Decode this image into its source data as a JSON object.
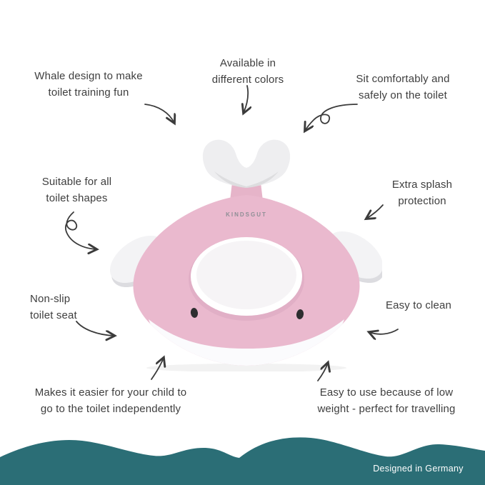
{
  "page": {
    "logo": "KINDSGUT",
    "footer": "Designed in Germany"
  },
  "callouts": {
    "whale_design": "Whale design to make\ntoilet training fun",
    "available_colors": "Available in\ndifferent colors",
    "sit_comfortably": "Sit comfortably and\nsafely on the toilet",
    "toilet_shapes": "Suitable for all\ntoilet shapes",
    "splash_protection": "Extra splash\nprotection",
    "non_slip": "Non-slip\ntoilet seat",
    "easy_clean": "Easy to clean",
    "independent": "Makes it easier for your child to\ngo to the toilet independently",
    "travelling": "Easy to use because of low\nweight - perfect for travelling"
  },
  "colors": {
    "teal_wave": "#2b6e76",
    "seat_pink": "#eab9ce",
    "text": "#3e3e3e",
    "tail_gray": "#ededef",
    "eye_black": "#2e2e30"
  }
}
